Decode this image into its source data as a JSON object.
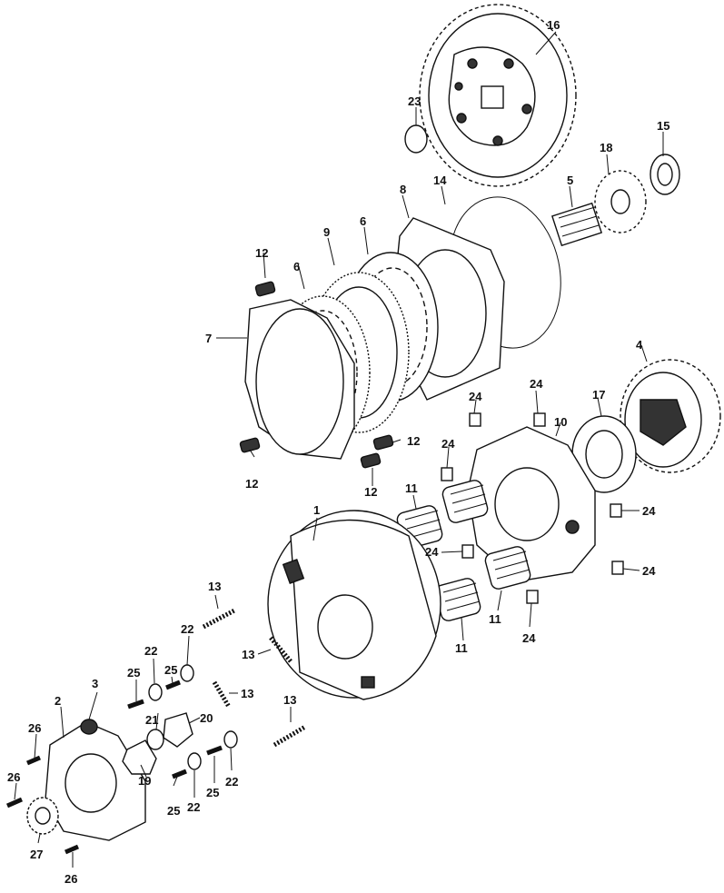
{
  "labels": {
    "p1": "1",
    "p2": "2",
    "p3": "3",
    "p4": "4",
    "p5": "5",
    "p6a": "6",
    "p6b": "6",
    "p7": "7",
    "p8": "8",
    "p9": "9",
    "p10": "10",
    "p11a": "11",
    "p11b": "11",
    "p11c": "11",
    "p12a": "12",
    "p12b": "12",
    "p12c": "12",
    "p12d": "12",
    "p13a": "13",
    "p13b": "13",
    "p13c": "13",
    "p13d": "13",
    "p14": "14",
    "p15": "15",
    "p16": "16",
    "p17": "17",
    "p18": "18",
    "p19": "19",
    "p20": "20",
    "p21": "21",
    "p22a": "22",
    "p22b": "22",
    "p22c": "22",
    "p22d": "22",
    "p23": "23",
    "p24a": "24",
    "p24b": "24",
    "p24c": "24",
    "p24d": "24",
    "p24e": "24",
    "p24f": "24",
    "p24g": "24",
    "p25a": "25",
    "p25b": "25",
    "p25c": "25",
    "p25d": "25",
    "p26a": "26",
    "p26b": "26",
    "p26c": "26",
    "p27": "27"
  }
}
